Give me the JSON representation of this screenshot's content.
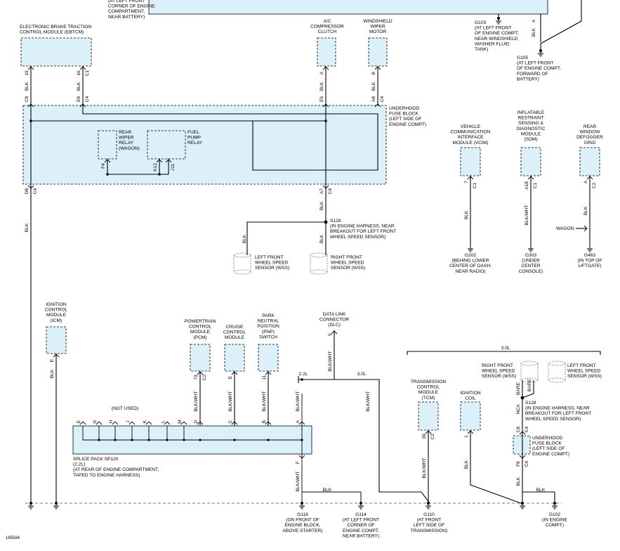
{
  "figure_id": "185584",
  "labels": [
    {
      "id": "top-left-note",
      "lines": [
        "(AT LEFT FRONT",
        "CORNER OF ENGINE",
        "COMPARTMENT,",
        "NEAR BATTERY)"
      ]
    },
    {
      "id": "g103",
      "lines": [
        "G103",
        "(AT LEFT FRONT",
        "OF ENGINE COMPT,",
        "NEAR WINDSHIELD",
        "WASHER FLUID",
        "TANK)"
      ]
    },
    {
      "id": "g105",
      "lines": [
        "G105",
        "(AT LEFT FRONT",
        "OF ENGINE COMPT,",
        "FORWARD OF",
        "BATTERY)"
      ]
    },
    {
      "id": "ebtcm",
      "lines": [
        "ELECTRONIC BRAKE TRACTION",
        "CONTROL MODULE (EBTCM)"
      ]
    },
    {
      "id": "ac-clutch",
      "lines": [
        "A/C",
        "COMPRESSOR",
        "CLUTCH"
      ]
    },
    {
      "id": "wiper-motor",
      "lines": [
        "WINDSHIELD",
        "WIPER",
        "MOTOR"
      ]
    },
    {
      "id": "fuse-block-top",
      "lines": [
        "UNDERHOOD",
        "FUSE BLOCK",
        "(LEFT SIDE OF",
        "ENGINE COMPT)"
      ]
    },
    {
      "id": "rear-wiper-relay",
      "lines": [
        "REAR",
        "WIPER",
        "RELAY",
        "(WAGON)"
      ]
    },
    {
      "id": "fuel-pump-relay",
      "lines": [
        "FUEL",
        "PUMP",
        "RELAY"
      ]
    },
    {
      "id": "vcim",
      "lines": [
        "VEHICLE",
        "COMMUNICATION",
        "INTERFACE",
        "MODULE (VCIM)"
      ]
    },
    {
      "id": "sdm",
      "lines": [
        "INFLATABLE",
        "RESTRAINT",
        "SENSING &",
        "DIAGNOSTIC",
        "MODULE",
        "(SDM)"
      ]
    },
    {
      "id": "defogger",
      "lines": [
        "REAR",
        "WINDOW",
        "DEFOGGER",
        "GRID"
      ]
    },
    {
      "id": "s128-top",
      "lines": [
        "S128",
        "(IN ENGINE HARNESS, NEAR",
        "BREAKOUT FOR LEFT FRONT",
        "WHEEL SPEED SENSOR)"
      ]
    },
    {
      "id": "lf-wss",
      "lines": [
        "LEFT FRONT",
        "WHEEL SPEED",
        "SENSOR (WSS)"
      ]
    },
    {
      "id": "rf-wss-top",
      "lines": [
        "RIGHT FRONT",
        "WHEEL SPEED",
        "SENSOR (WSS)"
      ]
    },
    {
      "id": "wagon",
      "lines": [
        "WAGON"
      ]
    },
    {
      "id": "g202",
      "lines": [
        "G202",
        "(BEHIND LOWER",
        "CENTER OF DASH,",
        "NEAR RADIO)"
      ]
    },
    {
      "id": "g303",
      "lines": [
        "G303",
        "(UNDER",
        "CENTER",
        "CONSOLE)"
      ]
    },
    {
      "id": "g463",
      "lines": [
        "G463",
        "(IN TOP OF",
        "LIFTGATE)"
      ]
    },
    {
      "id": "icm",
      "lines": [
        "IGNITION",
        "CONTROL",
        "MODULE",
        "(ICM)"
      ]
    },
    {
      "id": "pcm",
      "lines": [
        "POWERTRAIN",
        "CONTROL",
        "MODULE",
        "(PCM)"
      ]
    },
    {
      "id": "cruise",
      "lines": [
        "CRUISE",
        "CONTROL",
        "MODULE"
      ]
    },
    {
      "id": "pnp",
      "lines": [
        "PARK",
        "NEUTRAL",
        "POSITION",
        "(PNP)",
        "SWITCH"
      ]
    },
    {
      "id": "dlc",
      "lines": [
        "DATA LINK",
        "CONNECTOR",
        "(DLC)"
      ]
    },
    {
      "id": "not-used",
      "lines": [
        "(NOT USED)"
      ]
    },
    {
      "id": "splice-pack",
      "lines": [
        "SPLICE PACK SP120",
        "(2.2L)",
        "(AT REAR OF ENGINE COMPARTMENT,",
        "TAPED TO ENGINE HARNESS)"
      ]
    },
    {
      "id": "tcm",
      "lines": [
        "TRANSMISSION",
        "CONTROL",
        "MODULE",
        "(TCM)"
      ]
    },
    {
      "id": "ign-coil",
      "lines": [
        "IGNITION",
        "COIL"
      ]
    },
    {
      "id": "rf-wss-bottom",
      "lines": [
        "RIGHT FRONT",
        "WHEEL SPEED",
        "SENSOR (WSS)"
      ]
    },
    {
      "id": "lf-wss-bottom",
      "lines": [
        "LEFT FRONT",
        "WHEEL SPEED",
        "SENSOR (WSS)"
      ]
    },
    {
      "id": "s128-bottom",
      "lines": [
        "S128",
        "(IN ENGINE HARNESS, NEAR",
        "BREAKOUT FOR LEFT FRONT",
        "WHEEL SPEED SENSOR)"
      ]
    },
    {
      "id": "fuse-block-bottom",
      "lines": [
        "UNDERHOOD",
        "FUSE BLOCK",
        "(LEFT SIDE OF",
        "ENGINE COMPT)"
      ]
    },
    {
      "id": "g118",
      "lines": [
        "G118",
        "(ON FRONT OF",
        "ENGINE BLOCK,",
        "ABOVE STARTER)"
      ]
    },
    {
      "id": "g114",
      "lines": [
        "G114",
        "(AT LEFT FRONT",
        "CORNER OF",
        "ENGINE COMPT,",
        "NEAR BATTERY)"
      ]
    },
    {
      "id": "g110",
      "lines": [
        "G110",
        "(AT FRONT",
        "LEFT SIDE OF",
        "TRANSMISSION)"
      ]
    },
    {
      "id": "g102",
      "lines": [
        "G102",
        "(IN ENGINE",
        "COMPT)"
      ]
    },
    {
      "id": "v30-right",
      "lines": [
        "3.0L"
      ]
    },
    {
      "id": "v22",
      "lines": [
        "2.2L"
      ]
    },
    {
      "id": "v30-mid",
      "lines": [
        "3.0L"
      ]
    }
  ],
  "wire_labels": [
    {
      "id": "w-blk-a",
      "text": "BLK"
    },
    {
      "id": "w-a",
      "text": "A"
    },
    {
      "id": "w-19",
      "text": "19"
    },
    {
      "id": "w-blk-1",
      "text": "BLK"
    },
    {
      "id": "w-c8",
      "text": "C8"
    },
    {
      "id": "w-16",
      "text": "16"
    },
    {
      "id": "w-c1",
      "text": "C1"
    },
    {
      "id": "w-blk-2",
      "text": "BLK"
    },
    {
      "id": "w-e8",
      "text": "E8"
    },
    {
      "id": "w-c4a",
      "text": "C4"
    },
    {
      "id": "w-ac-a",
      "text": "A"
    },
    {
      "id": "w-blk-3",
      "text": "BLK"
    },
    {
      "id": "w-e6",
      "text": "E6"
    },
    {
      "id": "w-wm-b",
      "text": "B"
    },
    {
      "id": "w-blk-4",
      "text": "BLK"
    },
    {
      "id": "w-a8",
      "text": "A8"
    },
    {
      "id": "w-c4b",
      "text": "C4"
    },
    {
      "id": "w-f4",
      "text": "F4"
    },
    {
      "id": "w-k12",
      "text": "K12"
    },
    {
      "id": "w-j11",
      "text": "J11"
    },
    {
      "id": "w-d8",
      "text": "D8"
    },
    {
      "id": "w-c4c",
      "text": "C4"
    },
    {
      "id": "w-blk-5",
      "text": "BLK"
    },
    {
      "id": "w-a7",
      "text": "A7"
    },
    {
      "id": "w-c4d",
      "text": "C4"
    },
    {
      "id": "w-blk-6",
      "text": "BLK"
    },
    {
      "id": "w-blk-7",
      "text": "BLK"
    },
    {
      "id": "w-blk-8",
      "text": "BLK"
    },
    {
      "id": "w-7",
      "text": "7"
    },
    {
      "id": "w-c1b",
      "text": "C1"
    },
    {
      "id": "w-blk-9",
      "text": "BLK"
    },
    {
      "id": "w-a18",
      "text": "A18"
    },
    {
      "id": "w-c1c",
      "text": "C1"
    },
    {
      "id": "w-blkwht-1",
      "text": "BLK/WHT"
    },
    {
      "id": "w-def-a",
      "text": "A"
    },
    {
      "id": "w-c2",
      "text": "C2"
    },
    {
      "id": "w-blk-10",
      "text": "BLK"
    },
    {
      "id": "w-icm-e",
      "text": "E"
    },
    {
      "id": "w-blk-11",
      "text": "BLK"
    },
    {
      "id": "w-73",
      "text": "73"
    },
    {
      "id": "w-c2b",
      "text": "C2"
    },
    {
      "id": "w-cc-e",
      "text": "E"
    },
    {
      "id": "w-11",
      "text": "11"
    },
    {
      "id": "w-dlc-5",
      "text": "5"
    },
    {
      "id": "w-blkwht-2",
      "text": "BLK/WHT"
    },
    {
      "id": "w-blkwht-3",
      "text": "BLK/WHT"
    },
    {
      "id": "w-blkwht-4",
      "text": "BLK/WHT"
    },
    {
      "id": "w-blkwht-5",
      "text": "BLK/WHT"
    },
    {
      "id": "w-blkwht-6",
      "text": "BLK/WHT"
    },
    {
      "id": "w-blkwht-7",
      "text": "BLK/WHT"
    },
    {
      "id": "w-39",
      "text": "39"
    },
    {
      "id": "w-c2c",
      "text": "C2"
    },
    {
      "id": "w-blkwht-8",
      "text": "BLK/WHT"
    },
    {
      "id": "w-coil-1",
      "text": "1"
    },
    {
      "id": "w-blk-12",
      "text": "BLK"
    },
    {
      "id": "w-bare-1",
      "text": "BARE"
    },
    {
      "id": "w-bare-2",
      "text": "BARE"
    },
    {
      "id": "w-nca",
      "text": "NCA"
    },
    {
      "id": "w-c8b",
      "text": "C8"
    },
    {
      "id": "w-c4e",
      "text": "C4"
    },
    {
      "id": "w-f8",
      "text": "F8"
    },
    {
      "id": "w-c4f",
      "text": "C4"
    },
    {
      "id": "w-blk-13",
      "text": "BLK"
    },
    {
      "id": "w-blk-14",
      "text": "BLK"
    },
    {
      "id": "w-f",
      "text": "F"
    },
    {
      "id": "w-blkwht-9",
      "text": "BLK/WHT"
    },
    {
      "id": "w-blk-15",
      "text": "BLK"
    },
    {
      "id": "w-pin-e",
      "text": "E"
    },
    {
      "id": "w-pin-g",
      "text": "G"
    },
    {
      "id": "w-pin-h",
      "text": "H"
    },
    {
      "id": "w-pin-j",
      "text": "J"
    },
    {
      "id": "w-pin-k",
      "text": "K"
    },
    {
      "id": "w-pin-l",
      "text": "L"
    },
    {
      "id": "w-pin-m",
      "text": "M"
    },
    {
      "id": "w-pin-d",
      "text": "D"
    },
    {
      "id": "w-pin-c",
      "text": "C"
    },
    {
      "id": "w-pin-b",
      "text": "B"
    },
    {
      "id": "w-pin-a",
      "text": "A"
    }
  ],
  "colors": {
    "fill": "#dcf0fa",
    "line": "#000000",
    "ground_wire": "#7a7a7a"
  }
}
